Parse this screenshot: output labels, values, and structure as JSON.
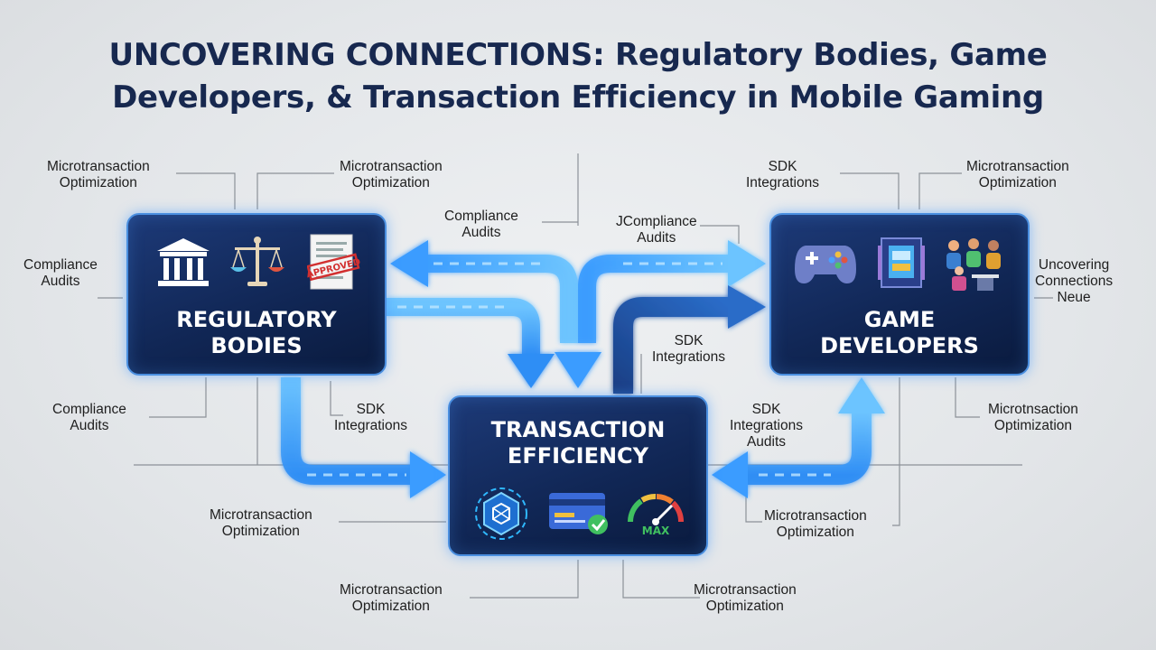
{
  "title": {
    "line1": "UNCOVERING CONNECTIONS: Regulatory Bodies, Game",
    "line2": "Developers, & Transaction Efficiency in Mobile Gaming"
  },
  "nodes": {
    "regulatory": {
      "line1": "REGULATORY",
      "line2": "BODIES",
      "stamp_text": "APPROVED"
    },
    "developers": {
      "line1": "GAME",
      "line2": "DEVELOPERS"
    },
    "transaction": {
      "line1": "TRANSACTION",
      "line2": "EFFICIENCY",
      "gauge_text": "MAX"
    }
  },
  "labels": [
    {
      "line1": "Microtransaction",
      "line2": "Optimization"
    },
    {
      "line1": "Microtransaction",
      "line2": "Optimization"
    },
    {
      "line1": "Compliance",
      "line2": "Audits"
    },
    {
      "line1": "Compliance",
      "line2": "Audits"
    },
    {
      "line1": "JCompliance",
      "line2": "Audits"
    },
    {
      "line1": "SDK",
      "line2": "Integrations"
    },
    {
      "line1": "Microtransaction",
      "line2": "Optimization"
    },
    {
      "line1": "Uncovering",
      "line2": "Connections",
      "line3": "Neue"
    },
    {
      "line1": "SDK",
      "line2": "Integrations"
    },
    {
      "line1": "Compliance",
      "line2": "Audits"
    },
    {
      "line1": "SDK",
      "line2": "Integrations"
    },
    {
      "line1": "SDK",
      "line2": "Integrations",
      "line3": "Audits"
    },
    {
      "line1": "Microtnsaction",
      "line2": "Optimization"
    },
    {
      "line1": "Microtransaction",
      "line2": "Optimization"
    },
    {
      "line1": "Microtransaction",
      "line2": "Optimization"
    },
    {
      "line1": "Microtransaction",
      "line2": "Optimization"
    },
    {
      "line1": "Microtransaction",
      "line2": "Optimization"
    }
  ],
  "colors": {
    "title": "#17284f",
    "node_fill": "#112756",
    "node_border": "#4a8fe0",
    "arrow_light": "#4fb0ff",
    "arrow_dark": "#1f4f9c",
    "connector": "#8c9198"
  },
  "icons": [
    "courthouse-icon",
    "scales-icon",
    "approved-document-icon",
    "gamepad-icon",
    "mobile-game-icon",
    "developer-team-icon",
    "blockchain-shield-icon",
    "credit-card-check-icon",
    "speed-gauge-icon"
  ]
}
